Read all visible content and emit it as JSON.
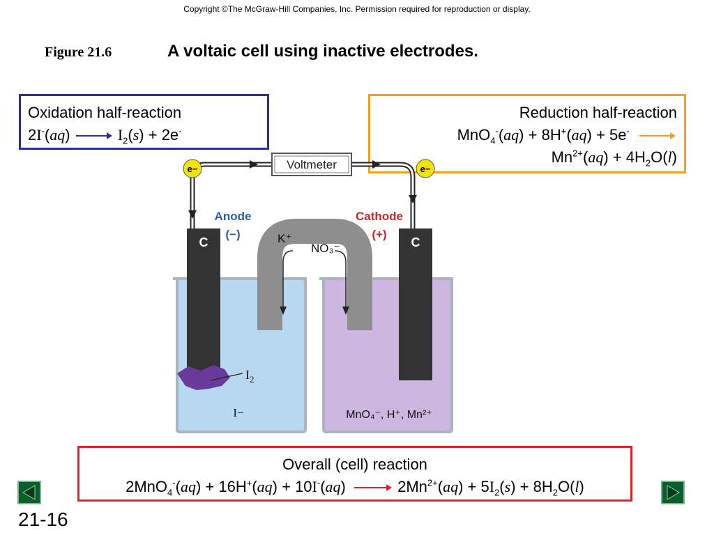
{
  "copyright": "Copyright ©The McGraw-Hill Companies, Inc.  Permission required for reproduction or display.",
  "figure": {
    "label": "Figure 21.6",
    "title": "A voltaic cell using inactive electrodes."
  },
  "oxidation": {
    "title": "Oxidation half-reaction",
    "coef_reactant": "2",
    "reactant": "I",
    "reactant_charge": "-",
    "state_aq": "aq",
    "product": "I",
    "product_sub": "2",
    "state_s": "s",
    "electrons": "+ 2e",
    "electron_charge": "-"
  },
  "reduction": {
    "title": "Reduction half-reaction",
    "l1_mno": "MnO",
    "l1_mno_sub": "4",
    "l1_mno_charge": "-",
    "aq": "aq",
    "l1_h": "+ 8H",
    "l1_h_charge": "+",
    "l1_e": "+ 5e",
    "l1_e_charge": "-",
    "l2_mn": "Mn",
    "l2_mn_charge": "2+",
    "l2_h2o": "+ 4H",
    "l2_h2o_sub": "2",
    "l2_o": "O",
    "l_state": "l"
  },
  "diagram": {
    "voltmeter": "Voltmeter",
    "electron_label": "e−",
    "anode_title": "Anode",
    "anode_sign": "(−)",
    "cathode_title": "Cathode",
    "cathode_sign": "(+)",
    "electrode": "C",
    "k_ion": "K⁺",
    "no3_ion": "NO₃⁻",
    "i2_label": "I",
    "i2_sub": "2",
    "i_minus": "I−",
    "cathode_solution": "MnO₄⁻, H⁺, Mn²⁺",
    "colors": {
      "anode_solution": "#b8d8f2",
      "cathode_solution": "#cdb7e0",
      "salt_bridge": "#8e8e8e",
      "electrode": "#333333"
    }
  },
  "overall": {
    "title": "Overall (cell) reaction",
    "t1": "2MnO",
    "t1_sub": "4",
    "t1_charge": "-",
    "aq": "aq",
    "t2": "+ 16H",
    "t2_charge": "+",
    "t3": "+ 10",
    "t3_i": "I",
    "t3_charge": "-",
    "p1": "2Mn",
    "p1_charge": "2+",
    "p2": "+ 5",
    "p2_i": "I",
    "p2_sub": "2",
    "s": "s",
    "p3": "+ 8H",
    "p3_sub": "2",
    "p3_o": "O",
    "l": "l"
  },
  "slide_number": "21-16",
  "colors": {
    "oxidation_border": "#2b2f8f",
    "reduction_border": "#f4a01c",
    "overall_border": "#e2232a",
    "nav": "#0b5d2c"
  }
}
